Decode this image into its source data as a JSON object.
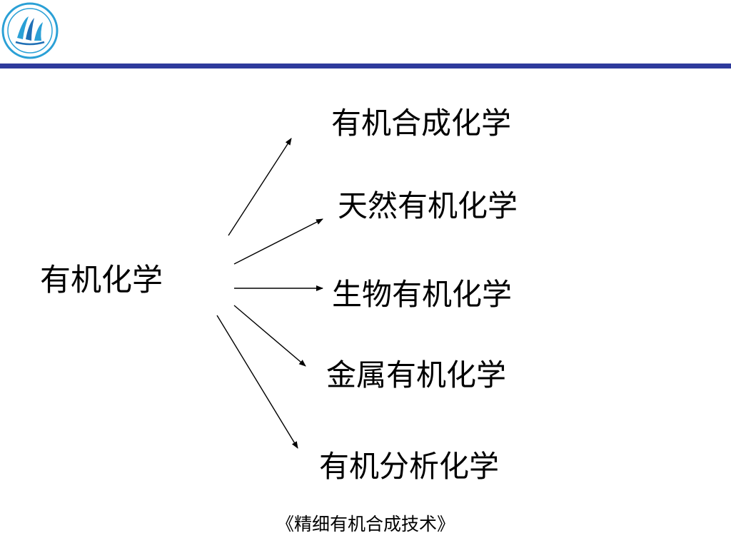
{
  "slide": {
    "logo_icon": "school-emblem-icon",
    "rule_color": "#2e3a9c",
    "root": "有机化学",
    "branches": [
      "有机合成化学",
      "天然有机化学",
      "生物有机化学",
      "金属有机化学",
      "有机分析化学"
    ],
    "footer": "《精细有机合成技术》"
  }
}
